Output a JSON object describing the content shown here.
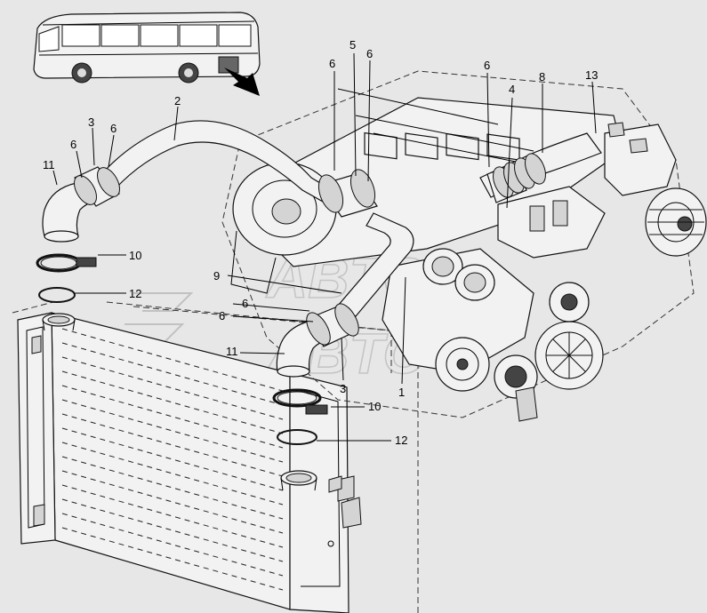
{
  "watermark": "ABTO",
  "callouts": [
    {
      "id": "label-2-hose",
      "text": "2"
    },
    {
      "id": "label-3-upper",
      "text": "3"
    },
    {
      "id": "label-6-upper-left-a",
      "text": "6"
    },
    {
      "id": "label-6-upper-left-b",
      "text": "6"
    },
    {
      "id": "label-11-upper",
      "text": "11"
    },
    {
      "id": "label-10-upper",
      "text": "10"
    },
    {
      "id": "label-12-upper",
      "text": "12"
    },
    {
      "id": "label-9",
      "text": "9"
    },
    {
      "id": "label-6-mid-a",
      "text": "6"
    },
    {
      "id": "label-6-mid-b",
      "text": "6"
    },
    {
      "id": "label-11-lower",
      "text": "11"
    },
    {
      "id": "label-3-lower",
      "text": "3"
    },
    {
      "id": "label-1",
      "text": "1"
    },
    {
      "id": "label-10-lower",
      "text": "10"
    },
    {
      "id": "label-12-lower",
      "text": "12"
    },
    {
      "id": "label-6-top-a",
      "text": "6"
    },
    {
      "id": "label-5",
      "text": "5"
    },
    {
      "id": "label-6-top-b",
      "text": "6"
    },
    {
      "id": "label-6-top-c",
      "text": "6"
    },
    {
      "id": "label-4",
      "text": "4"
    },
    {
      "id": "label-8",
      "text": "8"
    },
    {
      "id": "label-13",
      "text": "13"
    }
  ]
}
